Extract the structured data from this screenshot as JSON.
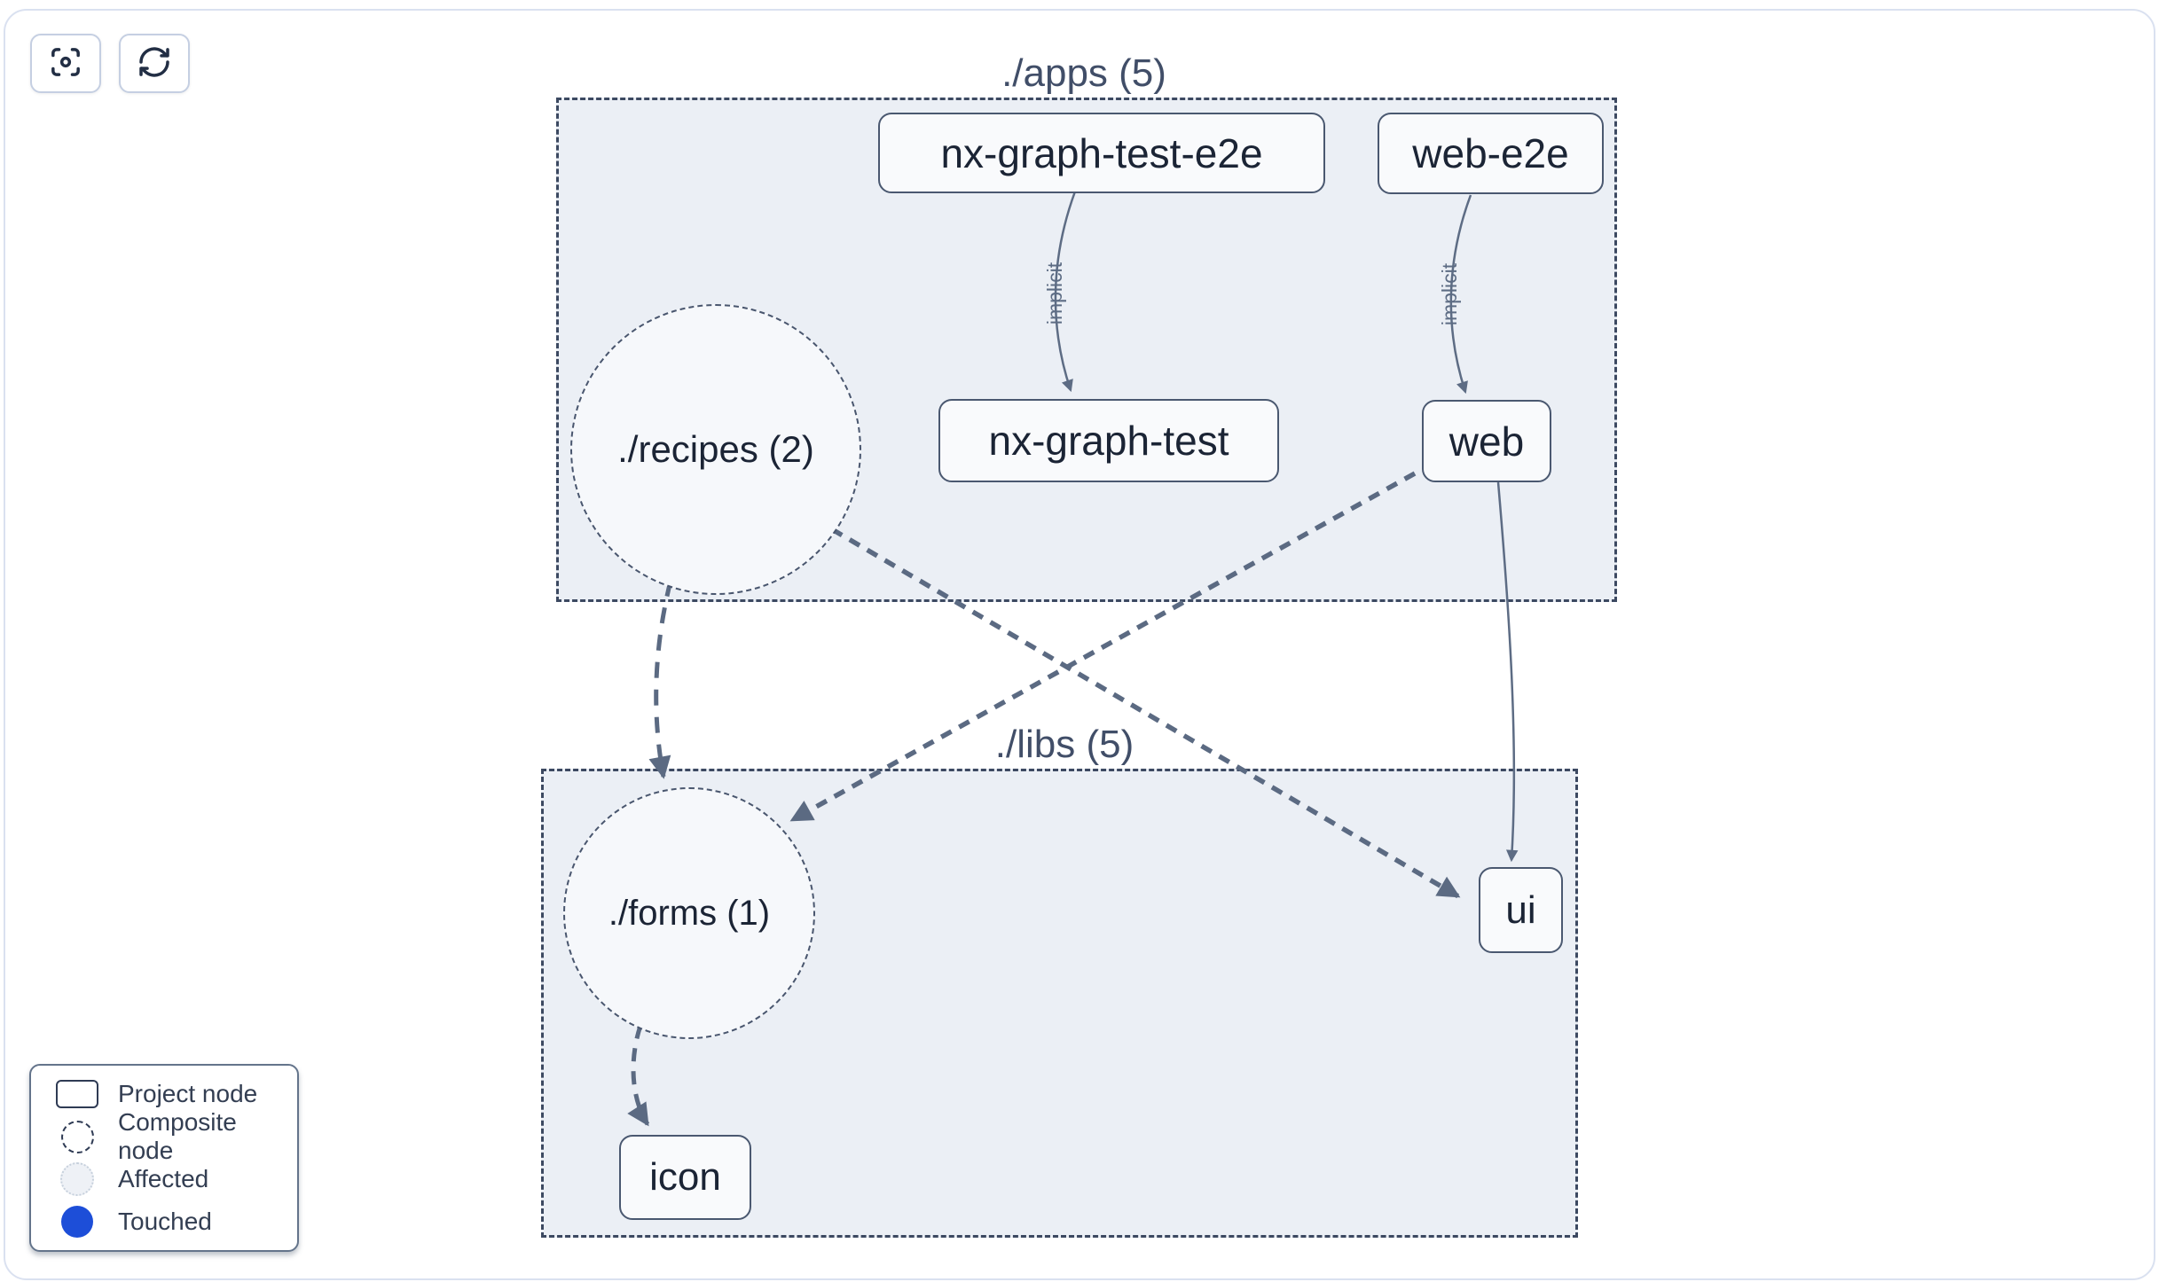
{
  "toolbar": {
    "buttons": [
      {
        "icon": "focus-icon"
      },
      {
        "icon": "refresh-icon"
      }
    ]
  },
  "groups": [
    {
      "id": "apps",
      "title": "./apps (5)"
    },
    {
      "id": "libs",
      "title": "./libs (5)"
    }
  ],
  "nodes": [
    {
      "id": "nx-graph-test-e2e",
      "label": "nx-graph-test-e2e",
      "type": "project",
      "group": "apps"
    },
    {
      "id": "web-e2e",
      "label": "web-e2e",
      "type": "project",
      "group": "apps"
    },
    {
      "id": "recipes",
      "label": "./recipes (2)",
      "type": "composite",
      "group": "apps"
    },
    {
      "id": "nx-graph-test",
      "label": "nx-graph-test",
      "type": "project",
      "group": "apps"
    },
    {
      "id": "web",
      "label": "web",
      "type": "project",
      "group": "apps"
    },
    {
      "id": "forms",
      "label": "./forms (1)",
      "type": "composite",
      "group": "libs"
    },
    {
      "id": "ui",
      "label": "ui",
      "type": "project",
      "group": "libs"
    },
    {
      "id": "icon",
      "label": "icon",
      "type": "project",
      "group": "libs"
    }
  ],
  "edges": [
    {
      "from": "nx-graph-test-e2e",
      "to": "nx-graph-test",
      "label": "implicit",
      "style": "implicit"
    },
    {
      "from": "web-e2e",
      "to": "web",
      "label": "implicit",
      "style": "implicit"
    },
    {
      "from": "recipes",
      "to": "forms",
      "style": "dashed"
    },
    {
      "from": "recipes",
      "to": "ui",
      "style": "dashed"
    },
    {
      "from": "web",
      "to": "forms",
      "style": "dashed"
    },
    {
      "from": "web",
      "to": "ui",
      "style": "solid"
    },
    {
      "from": "forms",
      "to": "icon",
      "style": "dashed"
    }
  ],
  "legend": {
    "items": [
      {
        "swatch": "project",
        "label": "Project node"
      },
      {
        "swatch": "composite",
        "label": "Composite node"
      },
      {
        "swatch": "affected",
        "label": "Affected"
      },
      {
        "swatch": "touched",
        "label": "Touched"
      }
    ]
  },
  "colors": {
    "touched_blue": "#1d4ed8",
    "affected_fill": "#eef1f6",
    "group_fill": "#ebeff5",
    "group_border": "#3c4961",
    "node_border": "#4a5870",
    "edge": "#5b6a82",
    "card_border": "#dae1f0"
  }
}
